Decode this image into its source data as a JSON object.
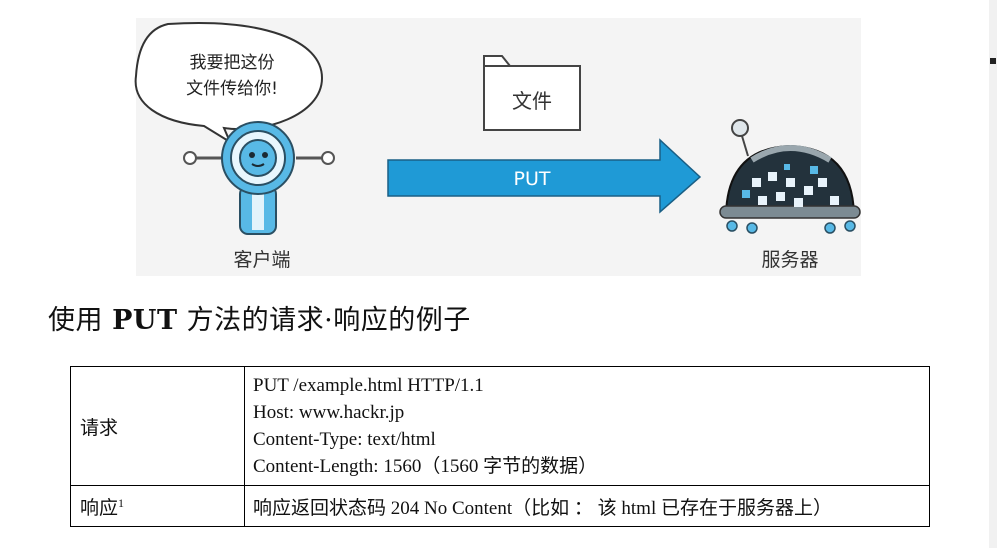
{
  "illustration": {
    "speech_bubble_line1": "我要把这份",
    "speech_bubble_line2": "文件传给你!",
    "client_label": "客户端",
    "server_label": "服务器",
    "file_label": "文件",
    "arrow_label": "PUT",
    "colors": {
      "panel_bg": "#f4f4f4",
      "arrow": "#1f9ad6",
      "robot_blue": "#58b9e6",
      "robot_dark": "#23323c"
    }
  },
  "caption": {
    "prefix": "使用 ",
    "method": "PUT",
    "suffix": " 方法的请求·响应的例子"
  },
  "table": {
    "request_label": "请求",
    "request_lines": [
      "PUT /example.html HTTP/1.1",
      "Host: www.hackr.jp",
      "Content-Type: text/html",
      "Content-Length: 1560（1560 字节的数据）"
    ],
    "response_label": "响应",
    "response_footnote": "1",
    "response_text": "响应返回状态码 204 No Content（比如 ： 该 html 已存在于服务器上）"
  }
}
